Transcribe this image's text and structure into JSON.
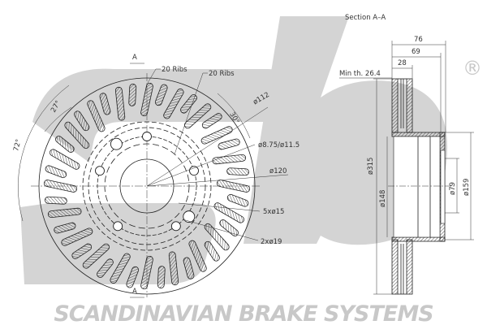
{
  "watermark": {
    "brand_text": "SCANDINAVIAN BRAKE SYSTEMS",
    "logo_text": "sbs",
    "registered_mark": "®"
  },
  "front_view": {
    "section_marker": "A",
    "section_marker_bottom": "A",
    "labels": {
      "ribs_1": "20 Ribs",
      "ribs_2": "20 Ribs",
      "angle_27": "27°",
      "angle_72": "72°",
      "angle_30": "30°",
      "d112": "ø112",
      "d875": "ø8.75/ø11.5",
      "d120": "ø120",
      "holes_5": "5xø15",
      "holes_2": "2xø19"
    }
  },
  "section_view": {
    "title": "Section A–A",
    "min_thickness": "Min th. 26.4",
    "dims": {
      "w76": "76",
      "w69": "69",
      "w28": "28",
      "d315": "ø315",
      "d148": "ø148",
      "d79": "ø79",
      "d159": "ø159"
    }
  },
  "colors": {
    "line": "#222222",
    "watermark": "#c8c8c8"
  }
}
